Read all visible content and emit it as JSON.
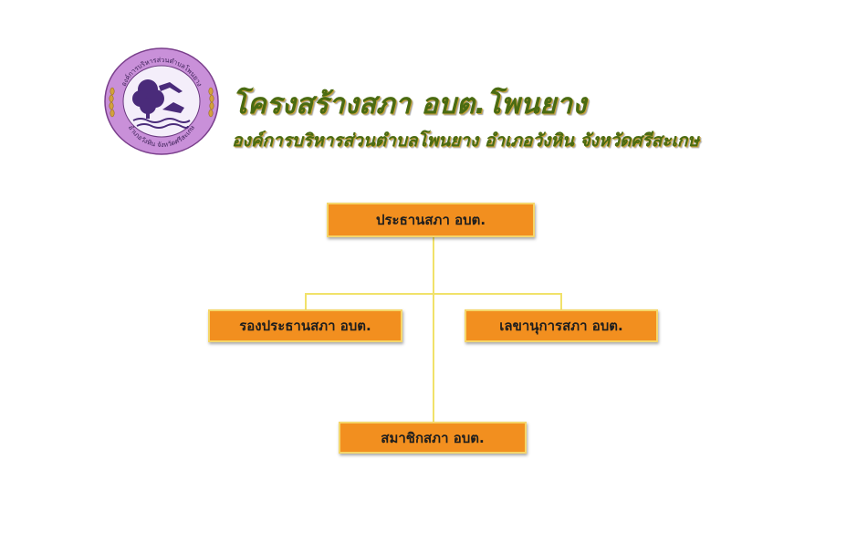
{
  "header": {
    "title": "โครงสร้างสภา อบต.โพนยาง",
    "subtitle": "องค์การบริหารส่วนตำบลโพนยาง อำเภอวังหิน จังหวัดศรีสะเกษ"
  },
  "logo": {
    "top_text": "องค์การบริหารส่วนตำบลโพนยาง",
    "bottom_text": "อำเภอวังหิน จังหวัดศรีสะเกษ",
    "ring_color": "#c990d9",
    "emblem_color": "#4a2b7a"
  },
  "org_chart": {
    "chairman": "ประธานสภา อบต.",
    "vice_chairman": "รองประธานสภา อบต.",
    "secretary": "เลขานุการสภา อบต.",
    "members": "สมาชิกสภา อบต."
  },
  "colors": {
    "node_fill": "#f28f1f",
    "node_border": "#f5d66a",
    "connector": "#f1e26a",
    "title_text": "#4a6b12"
  }
}
